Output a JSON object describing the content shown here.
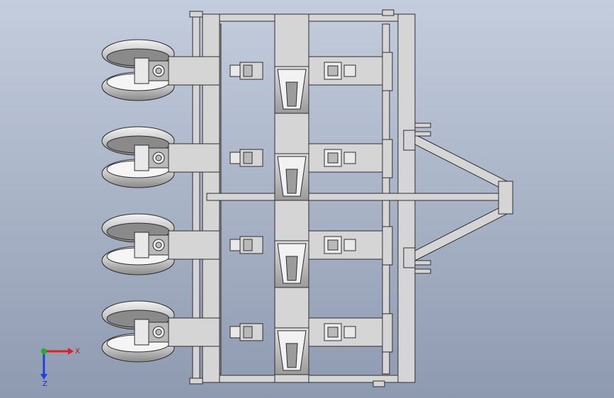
{
  "viewport": {
    "background_top": "#c3cddd",
    "background_bottom": "#8e9ab0",
    "part_fill": "#d5d5d5",
    "part_dark": "#b9b9b9",
    "edge": "#2e2e2e"
  },
  "model": {
    "row_units": 4,
    "gauge_wheels": 4,
    "hoppers": 4
  },
  "triad": {
    "x_label": "X",
    "z_label": "Z",
    "x_color": "#e02020",
    "y_color": "#20b020",
    "z_color": "#2040e0"
  }
}
